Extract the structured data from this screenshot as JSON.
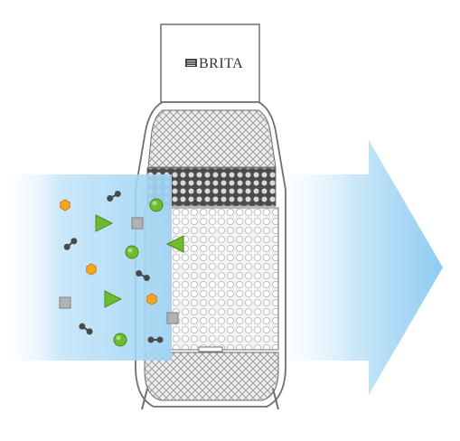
{
  "logo": {
    "brand": "BRITA"
  },
  "colors": {
    "flow_blue": "#9fd3f3",
    "flow_edge": "#c9e8fa",
    "outline": "#6f6f6f",
    "mesh_light": "#d9d9d9",
    "mesh_dark": "#3a3a3a",
    "particle_orange": "#f5a623",
    "particle_green": "#6dbb2f",
    "particle_gray": "#9a9a9a",
    "particle_dark": "#4a4a4a"
  },
  "particles": [
    {
      "kind": "hexagon",
      "color": "orange"
    },
    {
      "kind": "dumbbell",
      "color": "dark"
    },
    {
      "kind": "triangle",
      "color": "green"
    },
    {
      "kind": "square",
      "color": "gray"
    },
    {
      "kind": "circle",
      "color": "green"
    },
    {
      "kind": "dumbbell",
      "color": "dark"
    },
    {
      "kind": "circle",
      "color": "green"
    },
    {
      "kind": "triangle",
      "color": "green"
    },
    {
      "kind": "hexagon",
      "color": "orange"
    },
    {
      "kind": "dumbbell",
      "color": "dark"
    },
    {
      "kind": "square",
      "color": "gray"
    },
    {
      "kind": "triangle",
      "color": "green"
    },
    {
      "kind": "hexagon",
      "color": "orange"
    },
    {
      "kind": "square",
      "color": "gray"
    },
    {
      "kind": "dumbbell",
      "color": "dark"
    },
    {
      "kind": "circle",
      "color": "green"
    },
    {
      "kind": "dumbbell",
      "color": "dark"
    }
  ]
}
